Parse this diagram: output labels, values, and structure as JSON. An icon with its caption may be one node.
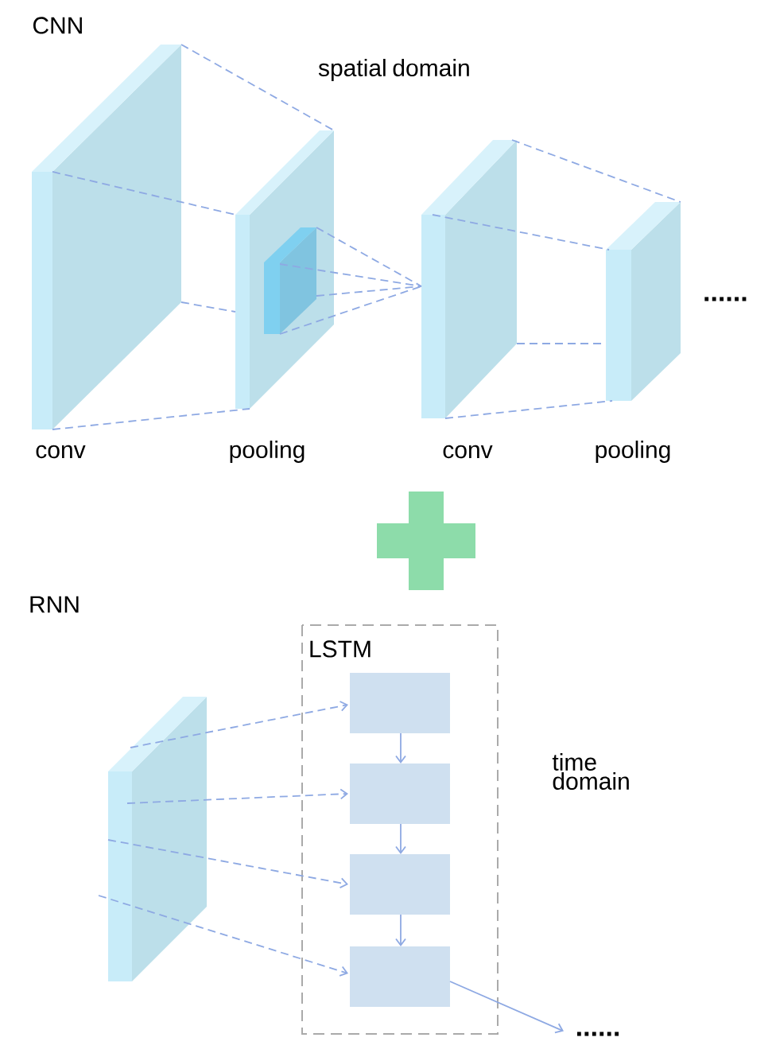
{
  "diagram": {
    "nodes": [
      {
        "text": [
          "conv"
        ]
      },
      {
        "text": [
          "pooling"
        ]
      },
      {
        "text": [],
        "shape": "box",
        "in": 1
      },
      {
        "text": [
          "conv"
        ]
      },
      {
        "text": [
          "pooling"
        ]
      },
      {
        "text": [],
        "shape": "box"
      },
      {
        "text": [
          "LSTM"
        ]
      },
      {
        "text": [],
        "shape": "box",
        "in": 6
      },
      {
        "text": [],
        "shape": "box",
        "in": 6
      },
      {
        "text": [],
        "shape": "box",
        "in": 6
      },
      {
        "text": [],
        "shape": "box",
        "in": 6
      },
      {
        "text": [
          "......"
        ]
      }
    ],
    "edges": [
      {
        "from": 0,
        "to": 1,
        "arrow": "none",
        "style": "dashed"
      },
      {
        "from": 0,
        "to": 1,
        "arrow": "none",
        "style": "dashed"
      },
      {
        "from": 0,
        "to": 1,
        "arrow": "none",
        "style": "dashed"
      },
      {
        "from": 0,
        "to": 1,
        "arrow": "none",
        "style": "dashed"
      },
      {
        "from": 2,
        "to": 3,
        "arrow": "none",
        "style": "dashed"
      },
      {
        "from": 2,
        "to": 3,
        "arrow": "none",
        "style": "dashed"
      },
      {
        "from": 2,
        "to": 3,
        "arrow": "none",
        "style": "dashed"
      },
      {
        "from": 2,
        "to": 3,
        "arrow": "none",
        "style": "dashed"
      },
      {
        "from": 3,
        "to": 4,
        "arrow": "none",
        "style": "dashed"
      },
      {
        "from": 3,
        "to": 4,
        "arrow": "none",
        "style": "dashed"
      },
      {
        "from": 3,
        "to": 4,
        "arrow": "none",
        "style": "dashed"
      },
      {
        "from": 3,
        "to": 4,
        "arrow": "none",
        "style": "dashed"
      },
      {
        "from": 5,
        "to": 7,
        "arrow": "to",
        "style": "dashed"
      },
      {
        "from": 5,
        "to": 8,
        "arrow": "to",
        "style": "dashed"
      },
      {
        "from": 5,
        "to": 9,
        "arrow": "to",
        "style": "dashed"
      },
      {
        "from": 5,
        "to": 10,
        "arrow": "to",
        "style": "dashed"
      },
      {
        "from": 7,
        "to": 8,
        "arrow": "to"
      },
      {
        "from": 8,
        "to": 9,
        "arrow": "to"
      },
      {
        "from": 9,
        "to": 10,
        "arrow": "to"
      },
      {
        "from": 10,
        "to": 11,
        "arrow": "to"
      }
    ],
    "labels": [
      "CNN",
      "spatial domain",
      "......",
      "RNN",
      "time domain"
    ]
  }
}
